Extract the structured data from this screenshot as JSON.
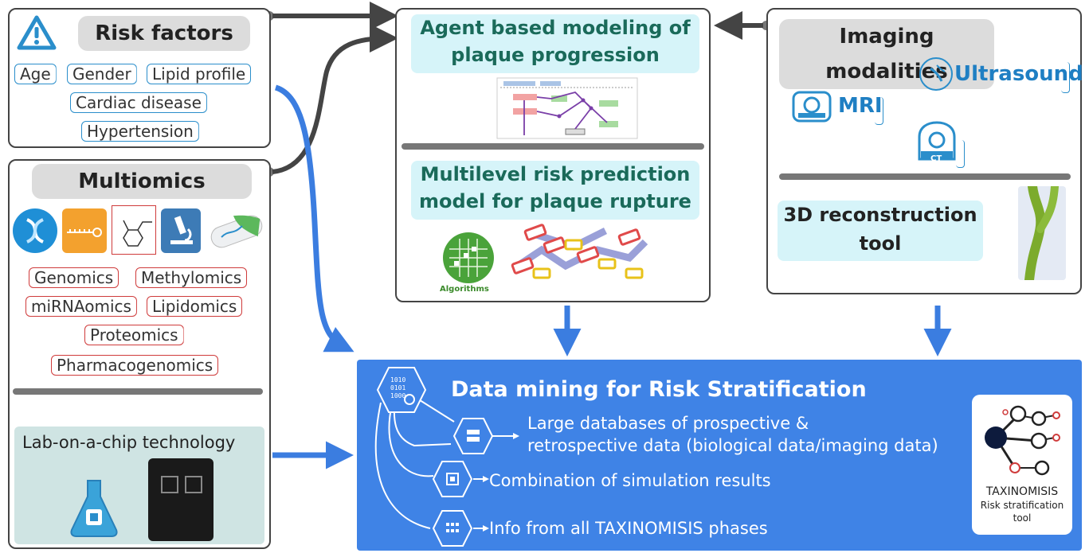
{
  "risk_factors": {
    "title": "Risk factors",
    "items": [
      "Age",
      "Gender",
      "Lipid profile",
      "Cardiac disease",
      "Hypertension"
    ]
  },
  "multiomics": {
    "title": "Multiomics",
    "items": [
      "Genomics",
      "Methylomics",
      "miRNAomics",
      "Lipidomics",
      "Proteomics",
      "Pharmacogenomics"
    ],
    "lab_on_chip": "Lab-on-a-chip technology"
  },
  "center": {
    "abm_title_line1": "Agent based modeling of",
    "abm_title_line2": "plaque progression",
    "risk_title_line1": "Multilevel risk prediction",
    "risk_title_line2": "model for plaque rupture",
    "algorithms_label": "Algorithms"
  },
  "imaging": {
    "title": "Imaging modalities",
    "mri": "MRI",
    "ultrasound": "Ultrasound",
    "ct": "CT",
    "recon_line1": "3D reconstruction",
    "recon_line2": "tool"
  },
  "data_mining": {
    "title": "Data mining for Risk Stratification",
    "item1_line1": "Large databases of prospective &",
    "item1_line2": "retrospective data (biological data/imaging data)",
    "item2": "Combination of simulation results",
    "item3": "Info from all TAXINOMISIS phases",
    "logo_name": "TAXINOMISIS",
    "logo_sub1": "Risk stratification",
    "logo_sub2": "tool"
  },
  "colors": {
    "blue_panel": "#3f83e6",
    "arrow_blue": "#3b7de0",
    "cyan_bg": "#d6f4f9",
    "tag_blue": "#2a8ecb",
    "tag_red": "#cf3b3b",
    "green_arrow": "#63c9a3"
  }
}
